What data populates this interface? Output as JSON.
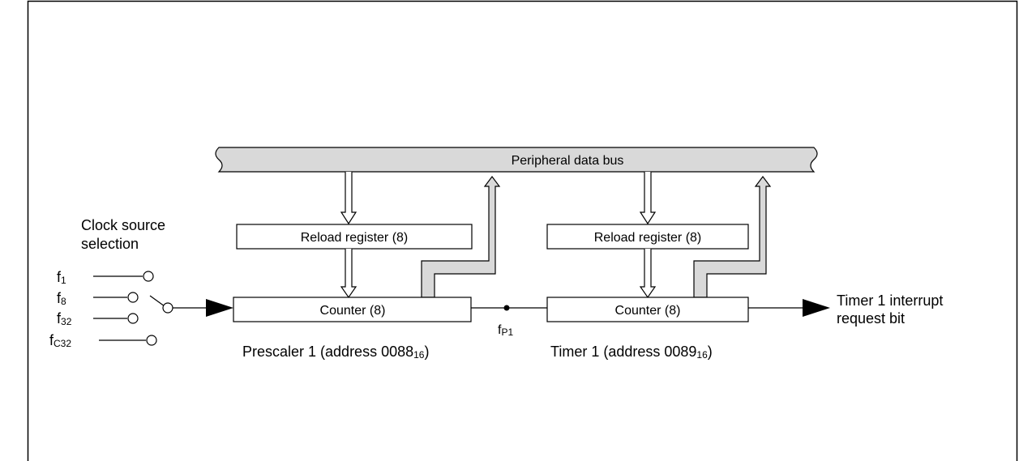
{
  "diagram": {
    "bus_label": "Peripheral data bus",
    "clock_select": {
      "title_line1": "Clock source",
      "title_line2": "selection",
      "inputs": [
        {
          "base": "f",
          "sub": "1"
        },
        {
          "base": "f",
          "sub": "8"
        },
        {
          "base": "f",
          "sub": "32"
        },
        {
          "base": "f",
          "sub": "C32"
        }
      ]
    },
    "prescaler": {
      "reload_label": "Reload register (8)",
      "counter_label": "Counter (8)",
      "caption_text": "Prescaler 1 (address 0088",
      "caption_sub": "16",
      "caption_end": ")"
    },
    "timer": {
      "reload_label": "Reload register (8)",
      "counter_label": "Counter (8)",
      "caption_text": "Timer 1 (address 0089",
      "caption_sub": "16",
      "caption_end": ")"
    },
    "junction": {
      "base": "f",
      "sub": "P1"
    },
    "output": {
      "line1": "Timer 1 interrupt",
      "line2": "request bit"
    }
  }
}
